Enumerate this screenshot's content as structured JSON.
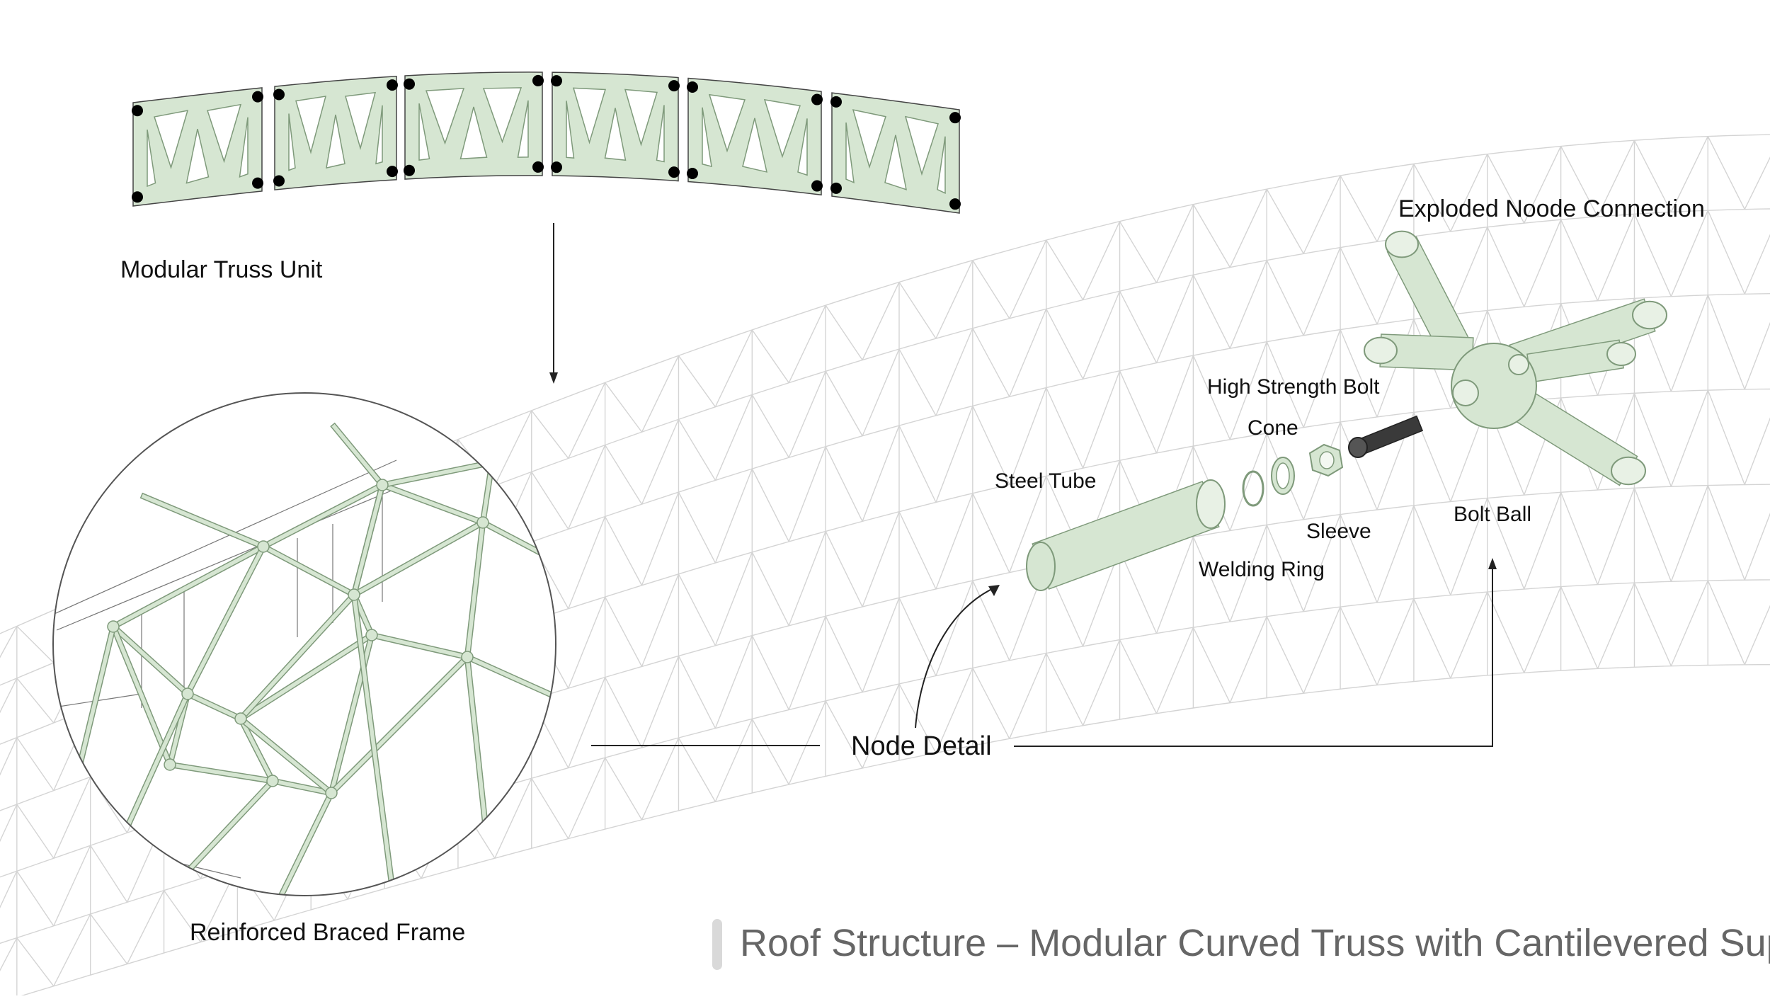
{
  "labels": {
    "modular_truss_unit": "Modular Truss Unit",
    "reinforced_braced_frame": "Reinforced Braced Frame",
    "node_detail": "Node Detail",
    "exploded_connection": "Exploded Noode Connection",
    "high_strength_bolt": "High Strength Bolt",
    "cone": "Cone",
    "steel_tube": "Steel Tube",
    "sleeve": "Sleeve",
    "welding_ring": "Welding Ring",
    "bolt_ball": "Bolt Ball"
  },
  "title": "Roof Structure – Modular Curved Truss with Cantilevered Support",
  "colors": {
    "member_fill": "#d6e6d2",
    "member_stroke": "#7f9a7b",
    "wireframe": "#d4d4d4",
    "node_dot": "#000000",
    "title_text": "#666666",
    "bolt": "#3a3a3a"
  }
}
